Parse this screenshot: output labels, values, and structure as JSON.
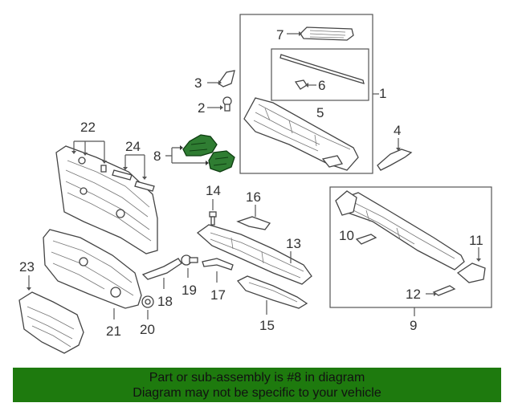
{
  "callouts": {
    "c1": "1",
    "c2": "2",
    "c3": "3",
    "c4": "4",
    "c5": "5",
    "c6": "6",
    "c7": "7",
    "c8": "8",
    "c9": "9",
    "c10": "10",
    "c11": "11",
    "c12": "12",
    "c13": "13",
    "c14": "14",
    "c15": "15",
    "c16": "16",
    "c17": "17",
    "c18": "18",
    "c19": "19",
    "c20": "20",
    "c21": "21",
    "c22": "22",
    "c23": "23",
    "c24": "24"
  },
  "highlight": {
    "part_number": "8",
    "color": "#2f7d32"
  },
  "footer": {
    "line1": "Part or sub-assembly is #8 in diagram",
    "line2": "Diagram may not be specific to your vehicle",
    "background": "#1e7a0e"
  }
}
